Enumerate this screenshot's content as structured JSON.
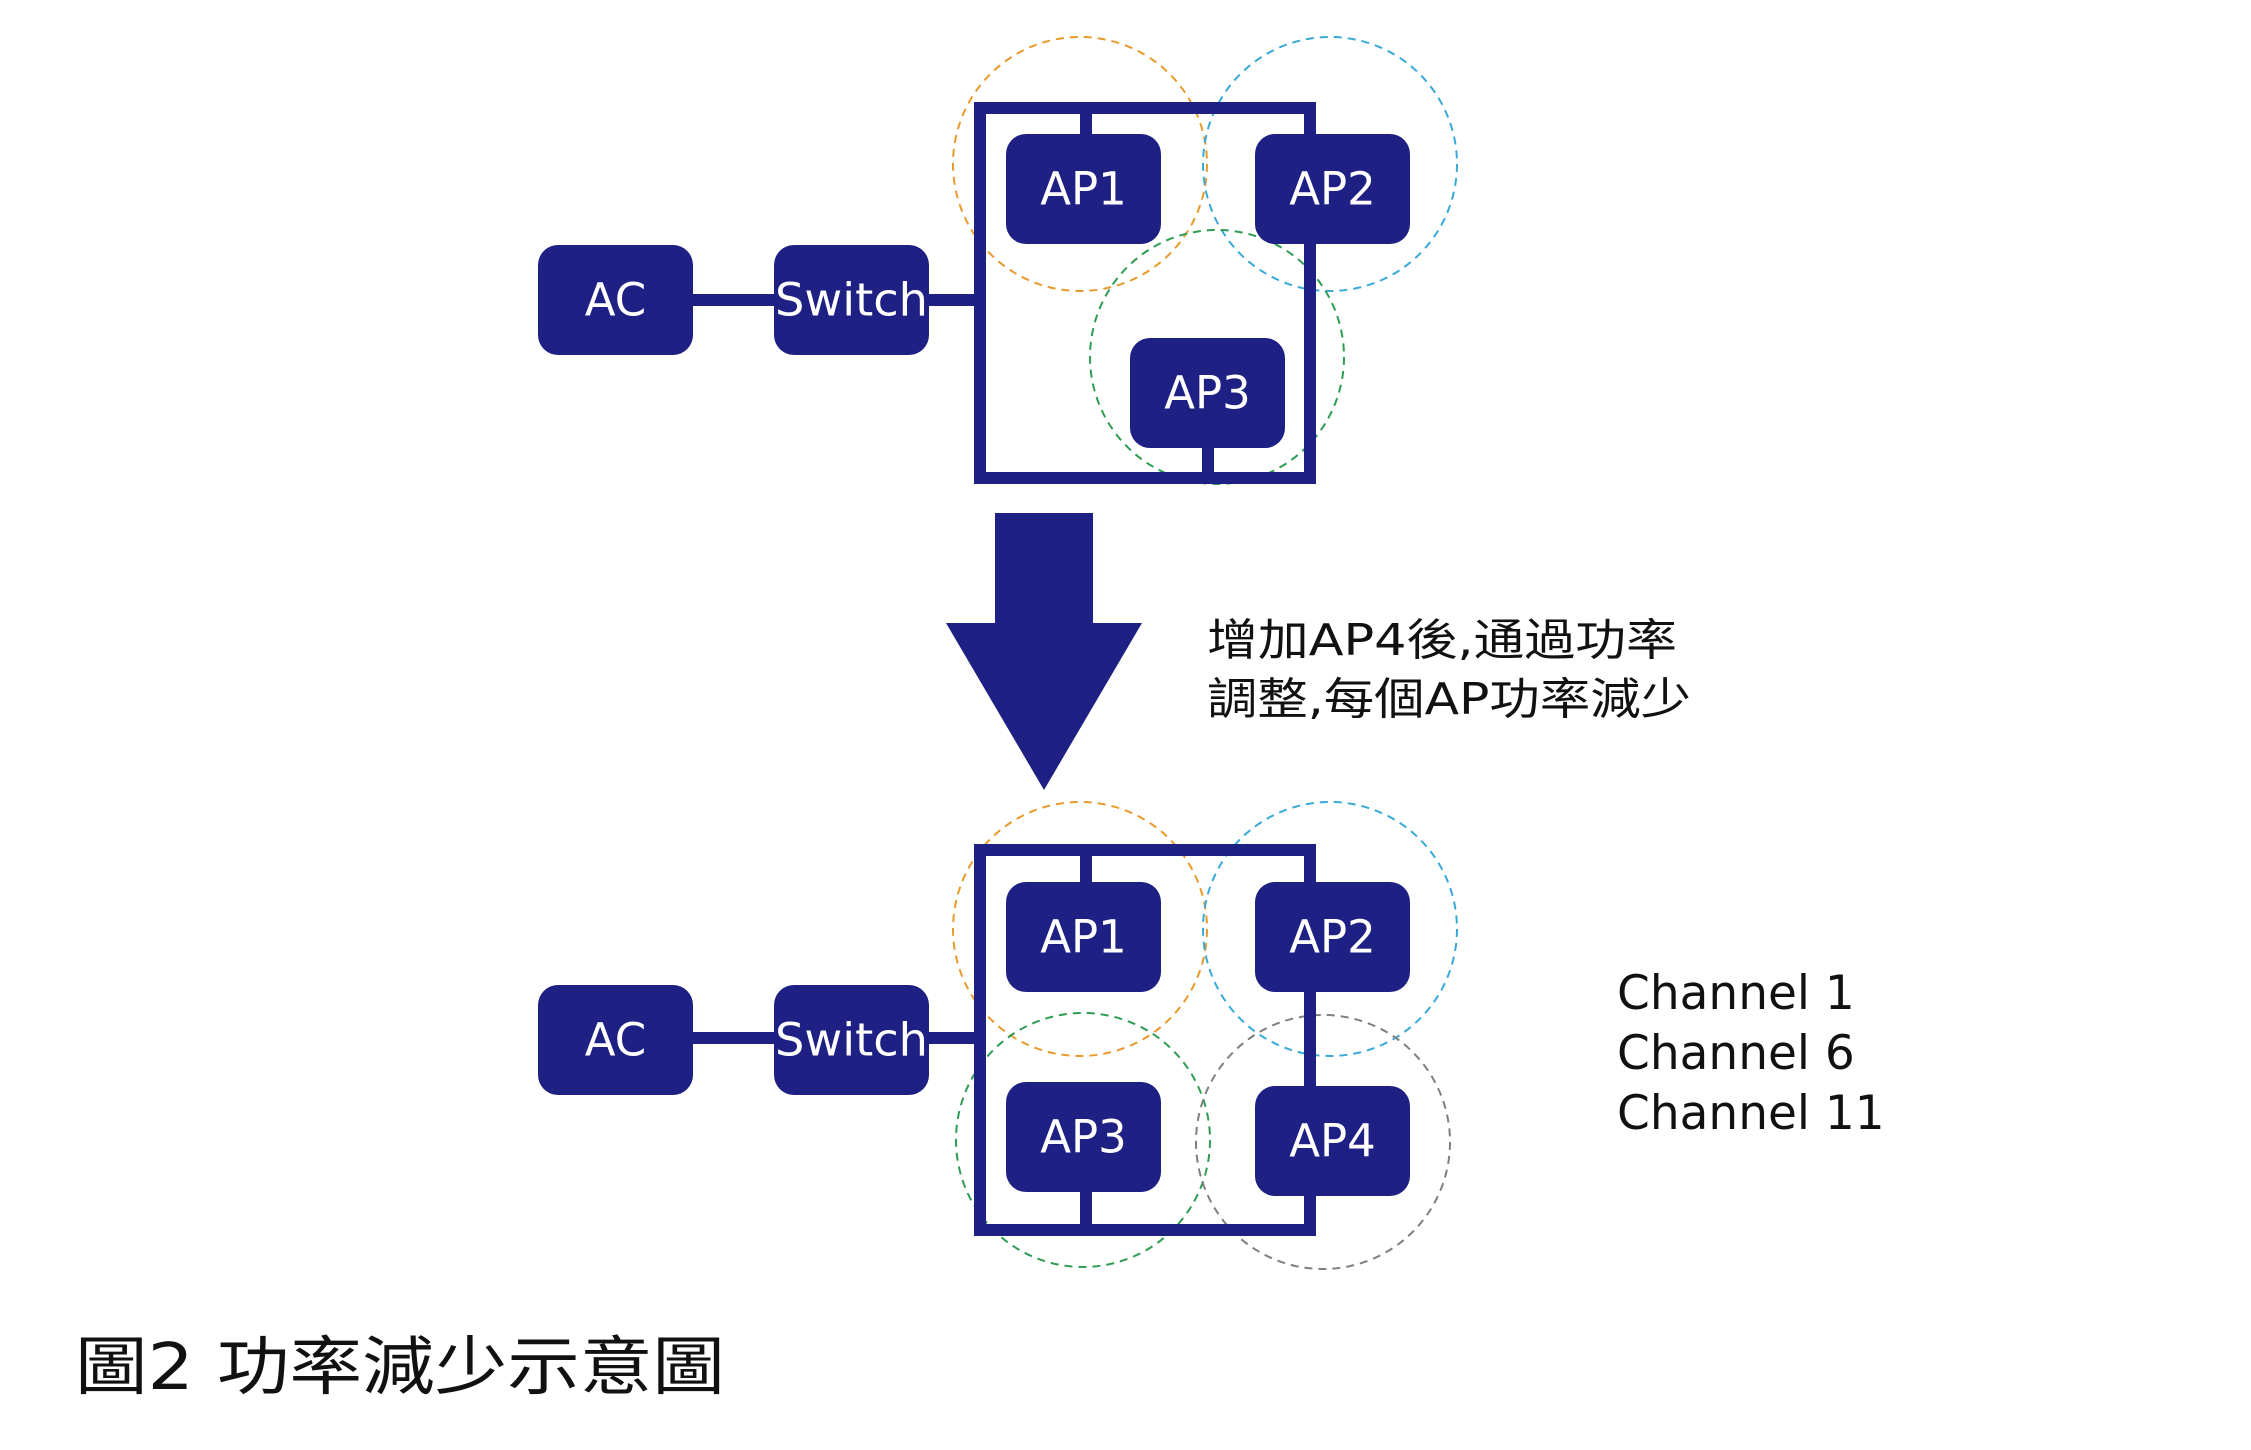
{
  "colors": {
    "node_fill": "#1f2084",
    "node_text": "#ffffff",
    "link": "#1f2084",
    "arrow": "#1f2084",
    "ap1_coverage": "#e99a2c",
    "ap2_coverage": "#38a9d8",
    "ap3_coverage": "#2e9c52",
    "ap4_coverage": "#7f7f7f"
  },
  "top_diagram": {
    "nodes": {
      "ac": "AC",
      "switch": "Switch",
      "ap1": "AP1",
      "ap2": "AP2",
      "ap3": "AP3"
    }
  },
  "transition": {
    "arrow_icon": "arrow-down-icon",
    "note_line1": "增加AP4後,通過功率",
    "note_line2": "調整,每個AP功率減少"
  },
  "bottom_diagram": {
    "nodes": {
      "ac": "AC",
      "switch": "Switch",
      "ap1": "AP1",
      "ap2": "AP2",
      "ap3": "AP3",
      "ap4": "AP4"
    },
    "channels": [
      "Channel 1",
      "Channel 6",
      "Channel 11"
    ]
  },
  "caption": "圖2 功率減少示意圖"
}
